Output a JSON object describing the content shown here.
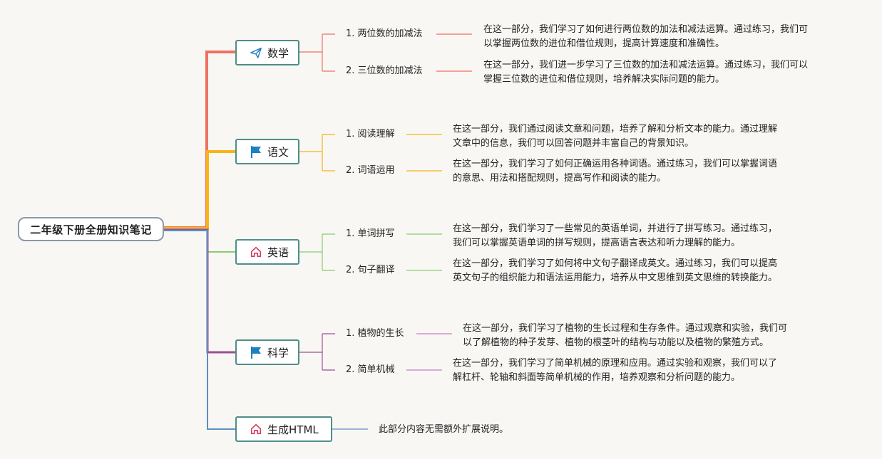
{
  "root": {
    "label": "二年级下册全册知识笔记"
  },
  "subjects": [
    {
      "label": "数学",
      "icon": "paper-plane-icon",
      "color": "#f0705f",
      "topics": [
        {
          "label": "1. 两位数的加减法",
          "desc_line1": "在这一部分，我们学习了如何进行两位数的加法和减法运算。通过练习，我们可",
          "desc_line2": "以掌握两位数的进位和借位规则，提高计算速度和准确性。"
        },
        {
          "label": "2. 三位数的加减法",
          "desc_line1": "在这一部分，我们进一步学习了三位数的加法和减法运算。通过练习，我们可以",
          "desc_line2": "掌握三位数的进位和借位规则，培养解决实际问题的能力。"
        }
      ]
    },
    {
      "label": "语文",
      "icon": "flag-icon",
      "color": "#f6b415",
      "topics": [
        {
          "label": "1. 阅读理解",
          "desc_line1": "在这一部分，我们通过阅读文章和问题，培养了解和分析文本的能力。通过理解",
          "desc_line2": "文章中的信息，我们可以回答问题并丰富自己的背景知识。"
        },
        {
          "label": "2. 词语运用",
          "desc_line1": "在这一部分，我们学习了如何正确运用各种词语。通过练习，我们可以掌握词语",
          "desc_line2": "的意思、用法和搭配规则，提高写作和阅读的能力。"
        }
      ]
    },
    {
      "label": "英语",
      "icon": "home-icon",
      "color": "#8dca6e",
      "topics": [
        {
          "label": "1. 单词拼写",
          "desc_line1": "在这一部分，我们学习了一些常见的英语单词，并进行了拼写练习。通过练习，",
          "desc_line2": "我们可以掌握英语单词的拼写规则，提高语言表达和听力理解的能力。"
        },
        {
          "label": "2. 句子翻译",
          "desc_line1": "在这一部分，我们学习了如何将中文句子翻译成英文。通过练习，我们可以提高",
          "desc_line2": "英文句子的组织能力和语法运用能力，培养从中文思维到英文思维的转换能力。"
        }
      ]
    },
    {
      "label": "科学",
      "icon": "flag-icon",
      "color": "#9c4f94",
      "topics": [
        {
          "label": "1. 植物的生长",
          "desc_line1": "在这一部分，我们学习了植物的生长过程和生存条件。通过观察和实验，我们可",
          "desc_line2": "以了解植物的种子发芽、植物的根茎叶的结构与功能以及植物的繁殖方式。"
        },
        {
          "label": "2. 简单机械",
          "desc_line1": "在这一部分，我们学习了简单机械的原理和应用。通过实验和观察，我们可以了",
          "desc_line2": "解杠杆、轮轴和斜面等简单机械的作用，培养观察和分析问题的能力。"
        }
      ]
    },
    {
      "label": "生成HTML",
      "icon": "home-icon",
      "color": "#5b8fc4",
      "note": "此部分内容无需额外扩展说明。"
    }
  ]
}
